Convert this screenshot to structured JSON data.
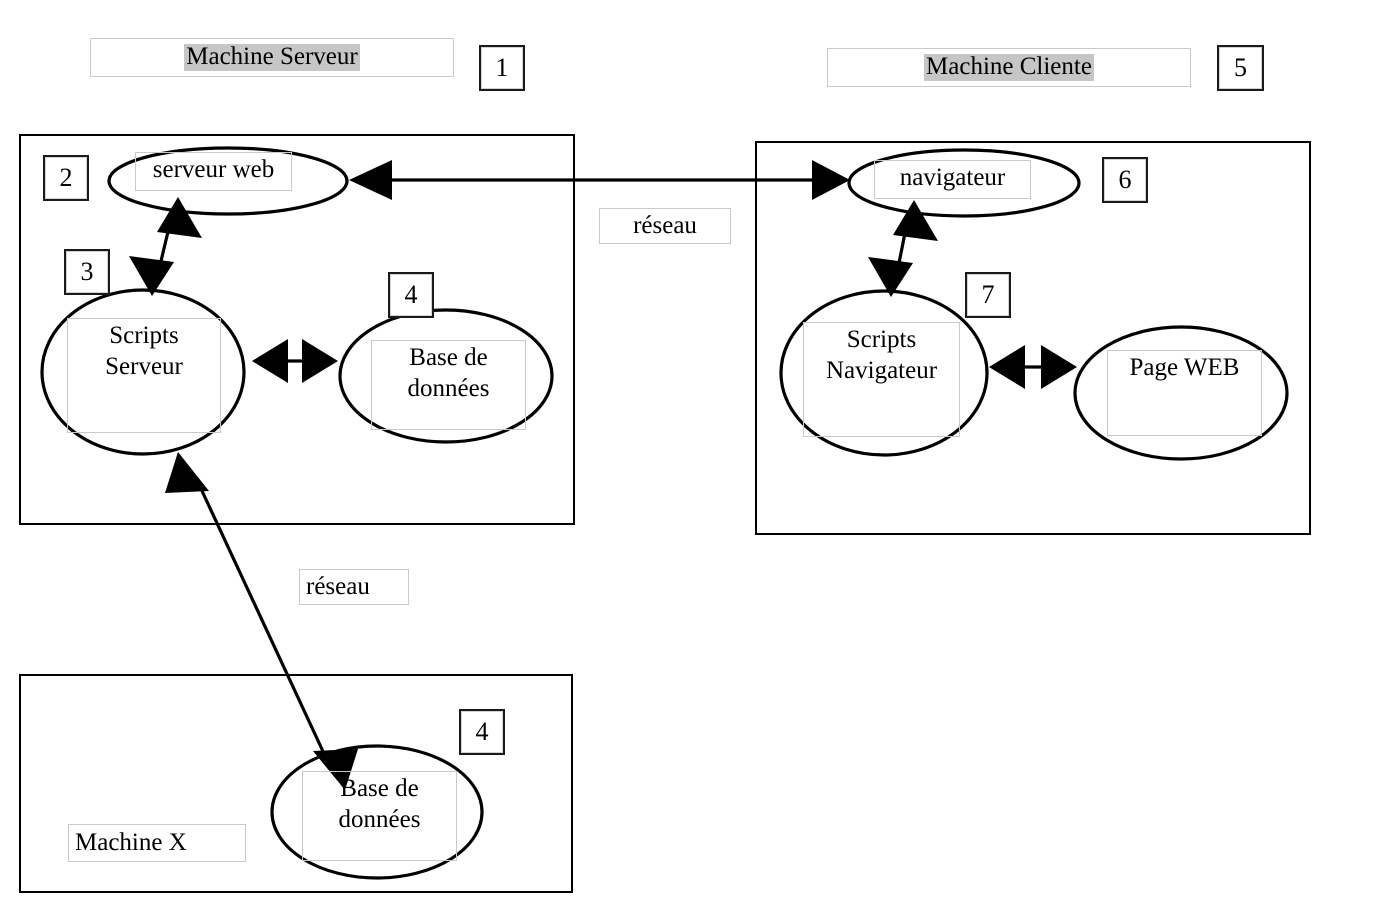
{
  "diagram": {
    "title_boxes": [
      {
        "id": "machine-serveur",
        "label": "Machine Serveur"
      },
      {
        "id": "machine-cliente",
        "label": "Machine Cliente"
      }
    ],
    "legend_numbers": [
      {
        "id": "num-1",
        "value": "1"
      },
      {
        "id": "num-5",
        "value": "5"
      },
      {
        "id": "num-2",
        "value": "2"
      },
      {
        "id": "num-3",
        "value": "3"
      },
      {
        "id": "num-4-server",
        "value": "4"
      },
      {
        "id": "num-6",
        "value": "6"
      },
      {
        "id": "num-7",
        "value": "7"
      },
      {
        "id": "num-4-machinex",
        "value": "4"
      }
    ],
    "nodes": [
      {
        "id": "serveur-web",
        "label": "serveur web"
      },
      {
        "id": "scripts-serveur",
        "label": "Scripts\nServeur"
      },
      {
        "id": "base-de-donnees-serveur",
        "label": "Base de\ndonnées"
      },
      {
        "id": "navigateur",
        "label": "navigateur"
      },
      {
        "id": "scripts-navigateur",
        "label": "Scripts\nNavigateur"
      },
      {
        "id": "page-web",
        "label": "Page WEB"
      },
      {
        "id": "base-de-donnees-machinex",
        "label": "Base de\ndonnées"
      }
    ],
    "network_labels": [
      {
        "id": "reseau-top",
        "label": "réseau"
      },
      {
        "id": "reseau-bottom",
        "label": "réseau"
      }
    ],
    "machine_x_label": "Machine X",
    "colors": {
      "stroke": "#000000",
      "highlight": "#c6c6c6",
      "light_border": "#c9c9c9",
      "background": "#ffffff"
    }
  }
}
